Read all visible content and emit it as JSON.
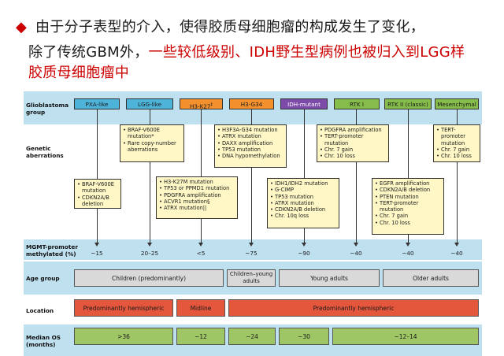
{
  "header": {
    "bullet_icon": "red-diamond-icon",
    "line1": "由于分子表型的介入，使得胶质母细胞瘤的构成发生了变化，",
    "line2_black": "除了传统GBM外，",
    "line2_red": "一些较低级别、IDH野生型病例也被归入到LGG样",
    "line3": "胶质母细胞瘤中",
    "colors": {
      "red": "#cc0000"
    }
  },
  "rows": {
    "glioblastoma_group": "Glioblastoma group",
    "genetic_aberrations": "Genetic aberrations",
    "mgmt": "MGMT-promoter methylated (%)",
    "age_group": "Age group",
    "location": "Location",
    "median_os": "Median OS (months)"
  },
  "groups": [
    {
      "label": "PXA-like",
      "color": "#4db3d9"
    },
    {
      "label": "LGG-like",
      "color": "#4db3d9"
    },
    {
      "label": "H3-K27",
      "sup": "‡",
      "color": "#f3902e"
    },
    {
      "label": "H3-G34",
      "color": "#f3902e"
    },
    {
      "label": "IDH-mutant",
      "color": "#7c4aa8"
    },
    {
      "label": "RTK I",
      "color": "#86bc4a"
    },
    {
      "label": "RTK II (classic)",
      "color": "#86bc4a"
    },
    {
      "label": "Mesenchymal",
      "color": "#86bc4a"
    }
  ],
  "aberrations_upper": {
    "lgg": [
      "BRAF-V600E mutation*",
      "Rare copy-number aberrations"
    ],
    "h3g34": [
      "H3F3A-G34 mutation",
      "ATRX mutation",
      "DAXX amplification",
      "TP53 mutation",
      "DNA hypomethylation"
    ],
    "rtk1": [
      "PDGFRA amplification",
      "TERT-promoter mutation",
      "Chr. 7 gain",
      "Chr. 10 loss"
    ],
    "mes": [
      "TERT-promoter mutation",
      "Chr. 7 gain",
      "Chr. 10 loss"
    ]
  },
  "aberrations_lower": {
    "pxa": [
      "BRAF-V600E mutation",
      "CDKN2A/B deletion"
    ],
    "h3k27": [
      "H3-K27M mutation",
      "TP53 or PPMD1 mutation",
      "PDGFRA amplification",
      "ACVR1 mutation§",
      "ATRX mutation||"
    ],
    "idh": [
      "IDH1/IDH2 mutation",
      "G-CIMP",
      "TP53 mutation",
      "ATRX mutation",
      "CDKN2A/B deletion",
      "Chr. 10q loss"
    ],
    "rtk2": [
      "EGFR amplification",
      "CDKN2A/B deletion",
      "PTEN mutation",
      "TERT-promoter mutation",
      "Chr. 7 gain",
      "Chr. 10 loss"
    ]
  },
  "mgmt_values": [
    "~15",
    "20–25",
    "<5",
    "~75",
    "~90",
    "~40",
    "~40",
    "~40"
  ],
  "age": {
    "children": "Children (predominantly)",
    "children_young": "Children–young adults",
    "young": "Young adults",
    "older": "Older adults"
  },
  "location": {
    "hemi1": "Predominantly hemispheric",
    "midline": "Midline",
    "hemi2": "Predominantly hemispheric"
  },
  "os": {
    "pxa_lgg": ">36",
    "h3k27": "~12",
    "h3g34": "~24",
    "idh": "~30",
    "rtk": "~12–14"
  }
}
